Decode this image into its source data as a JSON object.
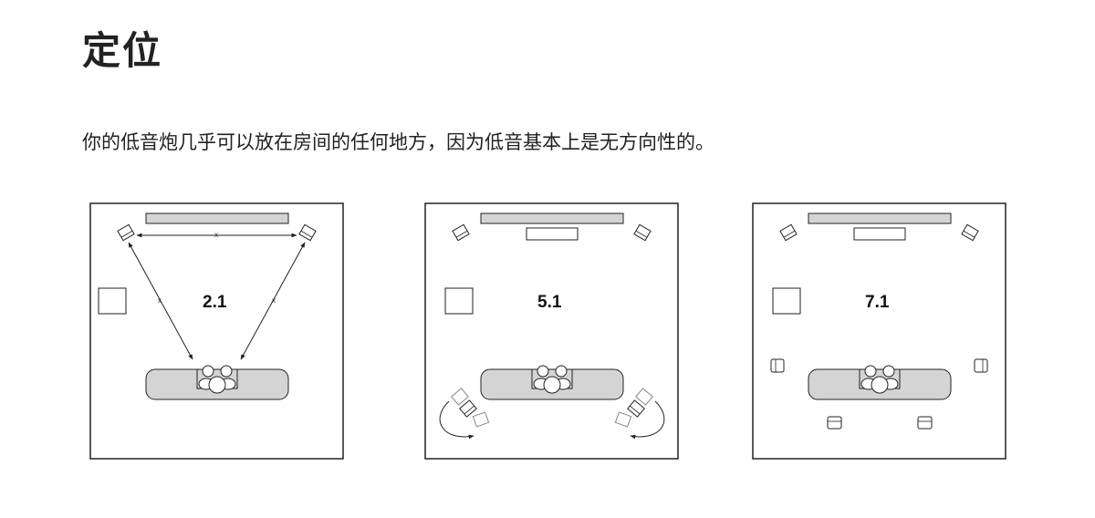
{
  "header": {
    "title": "定位"
  },
  "intro": {
    "text": "你的低音炮几乎可以放在房间的任何地方，因为低音基本上是无方向性的。"
  },
  "diagrams": [
    {
      "label": "2.1",
      "dimension_mark": "x"
    },
    {
      "label": "5.1"
    },
    {
      "label": "7.1"
    }
  ],
  "colors": {
    "line": "#222222",
    "fill_gray": "#d4d4d4",
    "background": "#ffffff"
  }
}
